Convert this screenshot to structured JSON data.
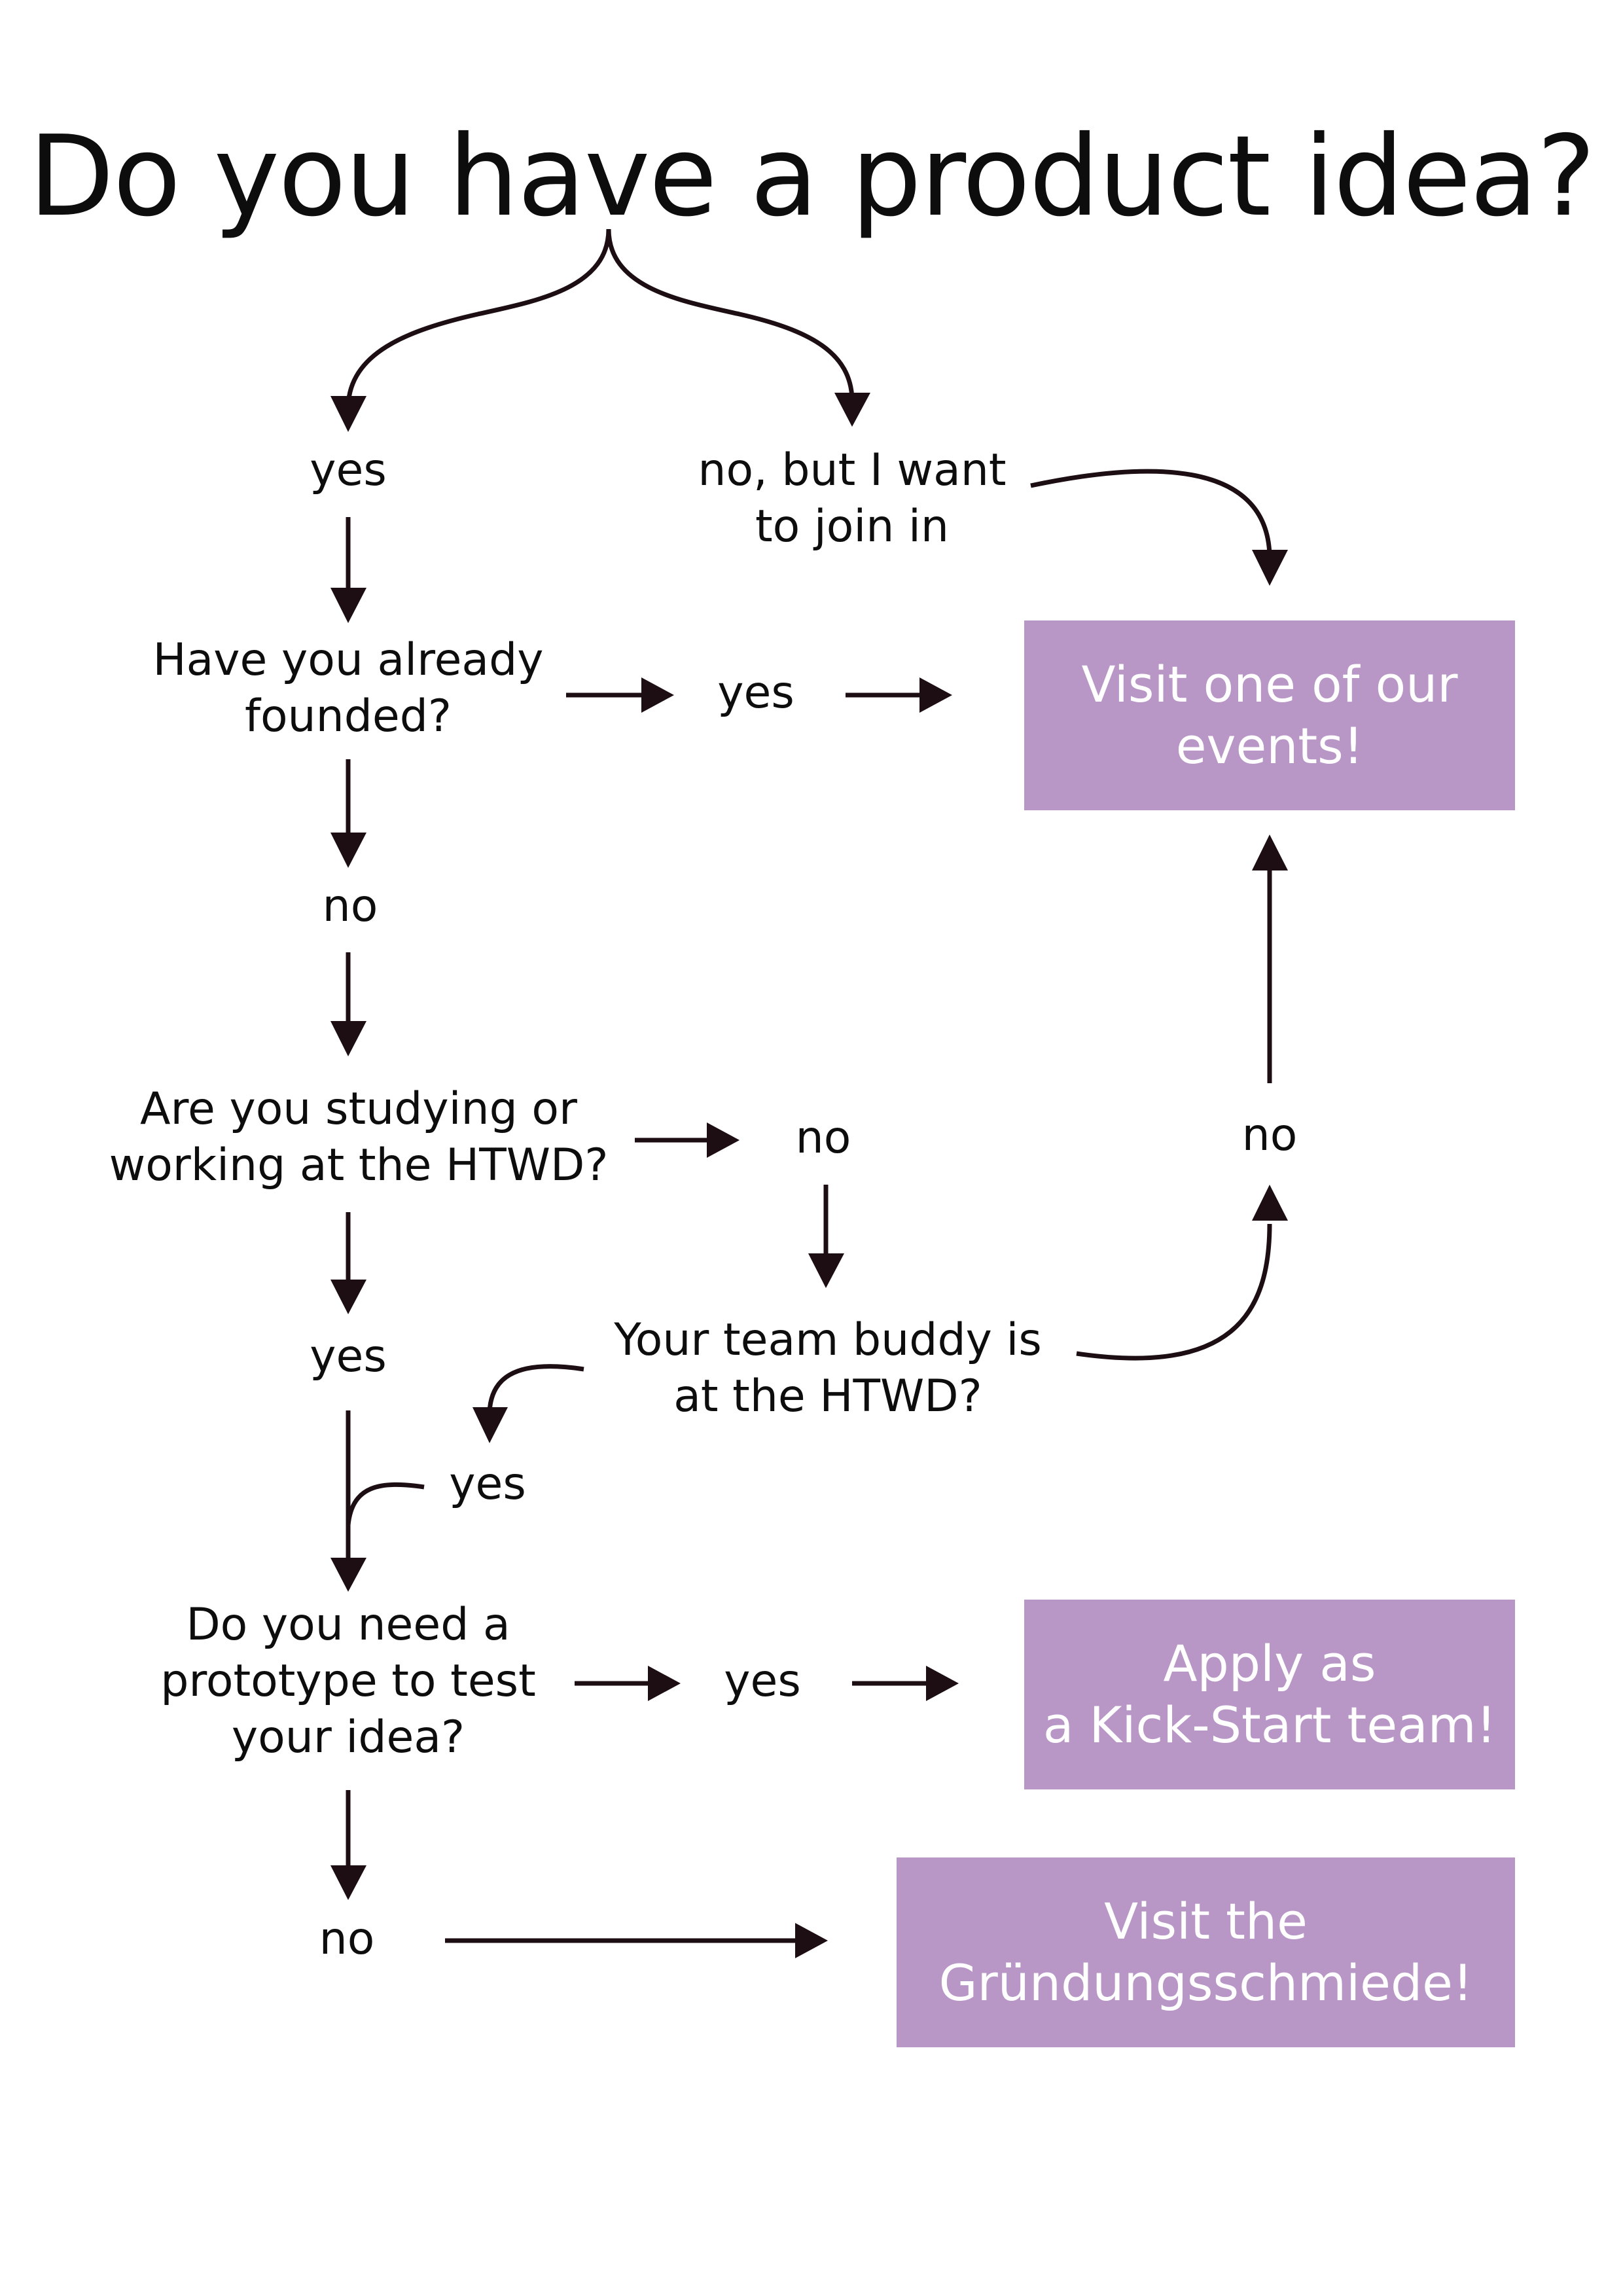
{
  "title": "Do you have a product idea?",
  "branch_yes": "yes",
  "branch_no": [
    "no, but I want",
    "to join in"
  ],
  "q_founded": [
    "Have you already",
    "founded?"
  ],
  "founded_yes": "yes",
  "founded_no": "no",
  "q_htwd": [
    "Are you studying or",
    "working at the HTWD?"
  ],
  "htwd_no": "no",
  "htwd_yes": "yes",
  "q_buddy": [
    "Your team buddy is",
    "at the HTWD?"
  ],
  "buddy_yes": "yes",
  "buddy_no": "no",
  "q_prototype": [
    "Do you need a",
    "prototype to test",
    "your idea?"
  ],
  "prototype_yes": "yes",
  "prototype_no": "no",
  "box_events": [
    "Visit one of our",
    "events!"
  ],
  "box_kickstart": [
    "Apply as",
    "a Kick-Start team!"
  ],
  "box_gruendung": [
    "Visit the",
    "Gründungsschmiede!"
  ],
  "colors": {
    "box_fill": "#b897c7",
    "box_text": "#ffffff",
    "arrow": "#1c0e12",
    "text": "#0d0d0d"
  }
}
